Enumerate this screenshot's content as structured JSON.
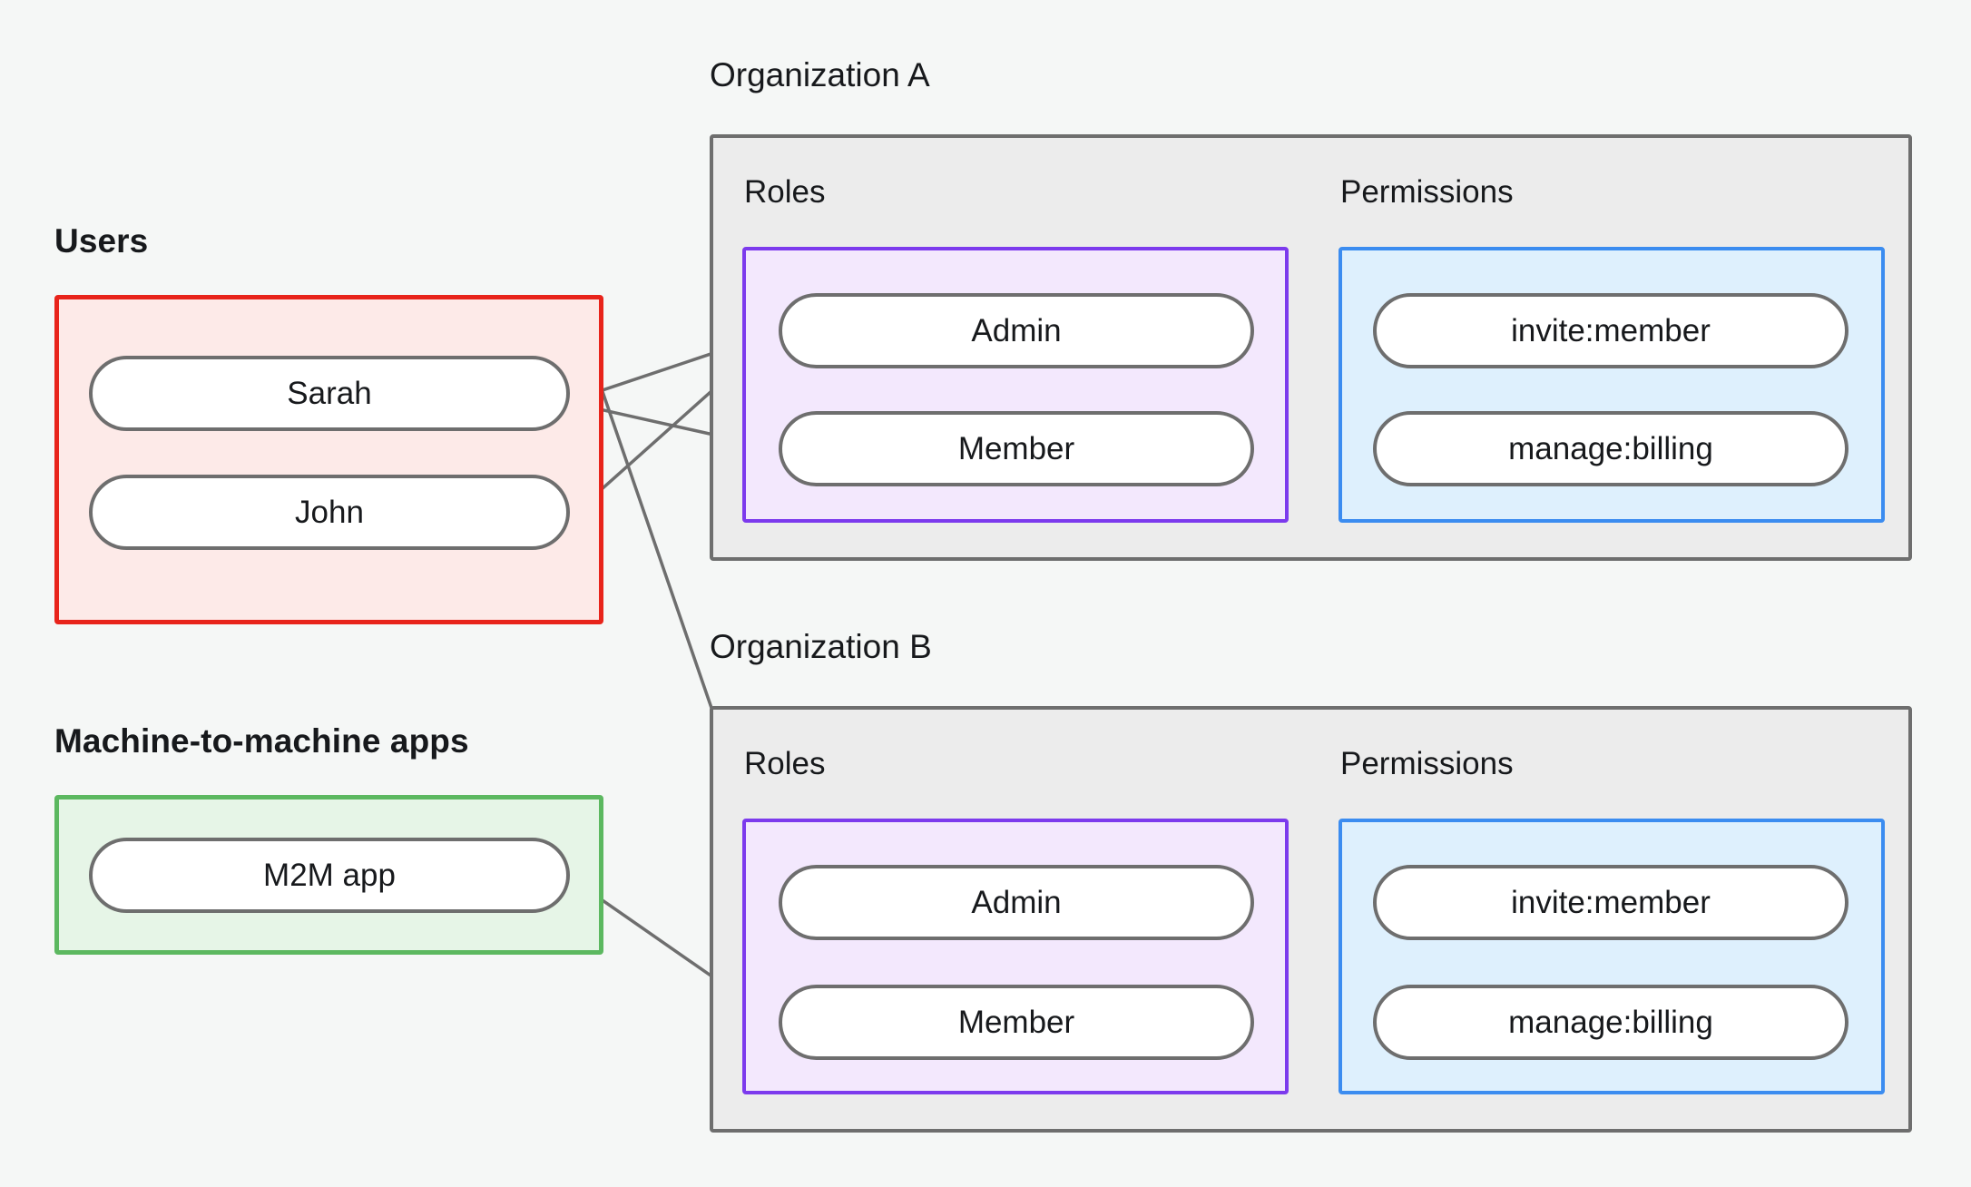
{
  "colors": {
    "background": "#f5f7f6",
    "users_border": "#e8241b",
    "users_fill": "#fdeae8",
    "m2m_border": "#5cb860",
    "m2m_fill": "#e6f5e7",
    "org_border": "#6e6e6e",
    "org_fill": "#ececec",
    "roles_border": "#7c3aed",
    "roles_fill": "#f3e8fd",
    "perms_border": "#3b8cf0",
    "perms_fill": "#def0fd",
    "pill_border": "#6e6e6e",
    "pill_fill": "#ffffff",
    "wire": "#6e6e6e",
    "text": "#17191c"
  },
  "groups": {
    "users": {
      "title": "Users",
      "items": [
        {
          "label": "Sarah"
        },
        {
          "label": "John"
        }
      ]
    },
    "m2m": {
      "title": "Machine-to-machine apps",
      "items": [
        {
          "label": "M2M app"
        }
      ]
    }
  },
  "organizations": [
    {
      "title": "Organization A",
      "roles_title": "Roles",
      "permissions_title": "Permissions",
      "roles": [
        {
          "label": "Admin"
        },
        {
          "label": "Member"
        }
      ],
      "permissions": [
        {
          "label": "invite:member"
        },
        {
          "label": "manage:billing"
        }
      ]
    },
    {
      "title": "Organization B",
      "roles_title": "Roles",
      "permissions_title": "Permissions",
      "roles": [
        {
          "label": "Admin"
        },
        {
          "label": "Member"
        }
      ],
      "permissions": [
        {
          "label": "invite:member"
        },
        {
          "label": "manage:billing"
        }
      ]
    }
  ],
  "connections": [
    {
      "from": "Sarah",
      "to": "Organization A / Admin"
    },
    {
      "from": "Sarah",
      "to": "Organization A / Member"
    },
    {
      "from": "John",
      "to": "Organization A / Admin"
    },
    {
      "from": "John",
      "to": "Organization B / Admin"
    },
    {
      "from": "M2M app",
      "to": "Organization B / Member"
    },
    {
      "from": "Organization A / Admin",
      "to": "Organization A / invite:member"
    },
    {
      "from": "Organization A / Admin",
      "to": "Organization A / manage:billing"
    },
    {
      "from": "Organization A / Member",
      "to": "Organization A / manage:billing"
    },
    {
      "from": "Organization B / Admin",
      "to": "Organization B / invite:member"
    },
    {
      "from": "Organization B / Admin",
      "to": "Organization B / manage:billing"
    },
    {
      "from": "Organization B / Member",
      "to": "Organization B / manage:billing"
    }
  ]
}
